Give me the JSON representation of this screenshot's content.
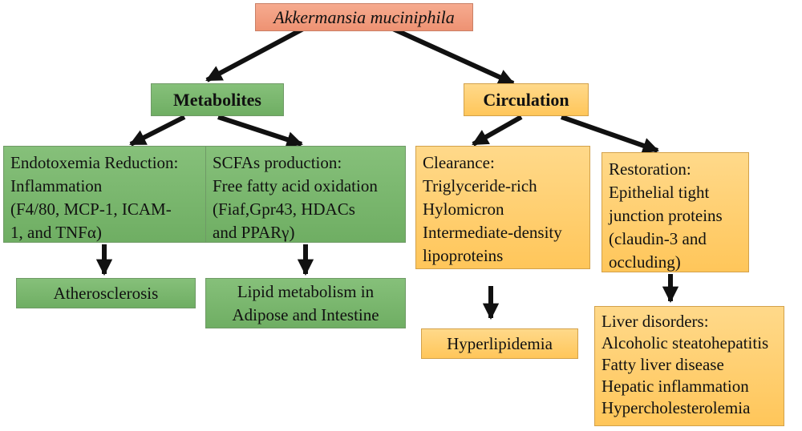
{
  "root": {
    "label": "Akkermansia muciniphila"
  },
  "metabolites": {
    "label": "Metabolites",
    "endotoxemia": {
      "lines": [
        "Endotoxemia Reduction:",
        "Inflammation",
        "(F4/80, MCP-1, ICAM-",
        "1, and TNFα)"
      ],
      "outcome": "Atherosclerosis"
    },
    "scfa": {
      "lines": [
        "SCFAs production:",
        "Free fatty acid oxidation",
        "(Fiaf,Gpr43, HDACs",
        "and PPARγ)"
      ],
      "outcome_lines": [
        "Lipid metabolism in",
        "Adipose and Intestine"
      ]
    }
  },
  "circulation": {
    "label": "Circulation",
    "clearance": {
      "lines": [
        "Clearance:",
        "Triglyceride-rich",
        "Hylomicron",
        "Intermediate-density",
        "lipoproteins"
      ],
      "outcome": "Hyperlipidemia"
    },
    "restoration": {
      "lines": [
        "Restoration:",
        "Epithelial tight",
        "junction proteins",
        "(claudin-3 and",
        "occluding)"
      ],
      "outcome_lines": [
        "Liver disorders:",
        "Alcoholic steatohepatitis",
        "Fatty liver disease",
        "Hepatic inflammation",
        "Hypercholesterolemia"
      ]
    }
  }
}
